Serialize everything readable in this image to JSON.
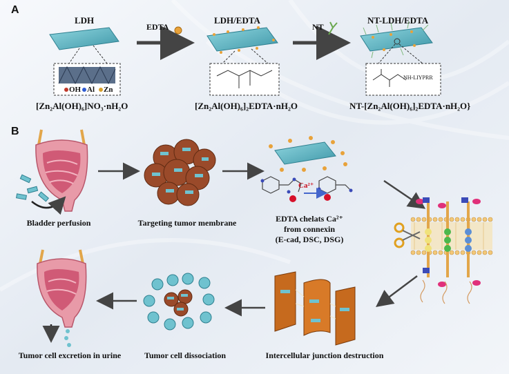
{
  "panelA": {
    "label": "A",
    "stages": [
      {
        "title": "LDH",
        "formula": "[Zn₂Al(OH)₆]NO₃·nH₂O"
      },
      {
        "title": "LDH/EDTA",
        "formula": "[Zn₂Al(OH)₆]₂EDTA·nH₂O"
      },
      {
        "title": "NT-LDH/EDTA",
        "formula": "NT-[Zn₂Al(OH)₆]₂EDTA·nH₂O}"
      }
    ],
    "arrow1_label": "EDTA",
    "arrow2_label": "NT",
    "legend": {
      "oh": "OH",
      "al": "Al",
      "zn": "Zn"
    },
    "peptide_label": "NH-LIYPRR"
  },
  "panelB": {
    "label": "B",
    "steps": {
      "bladder_perfusion": "Bladder perfusion",
      "targeting": "Targeting tumor membrane",
      "edta_line1": "EDTA chelats Ca²⁺",
      "edta_line2": "from connexin",
      "edta_line3": "(E-cad, DSC, DSG)",
      "junction": "Intercellular junction destruction",
      "dissociation": "Tumor cell dissociation",
      "excretion": "Tumor cell excretion in urine"
    },
    "ca_label": "Ca²⁺"
  },
  "colors": {
    "sheet": "#6fc2cf",
    "arrow": "#444444",
    "bladder": "#e89aa8",
    "tumor": "#9a4a2a",
    "edta_dot": "#e8a23a",
    "membrane": "#f2c87a"
  }
}
